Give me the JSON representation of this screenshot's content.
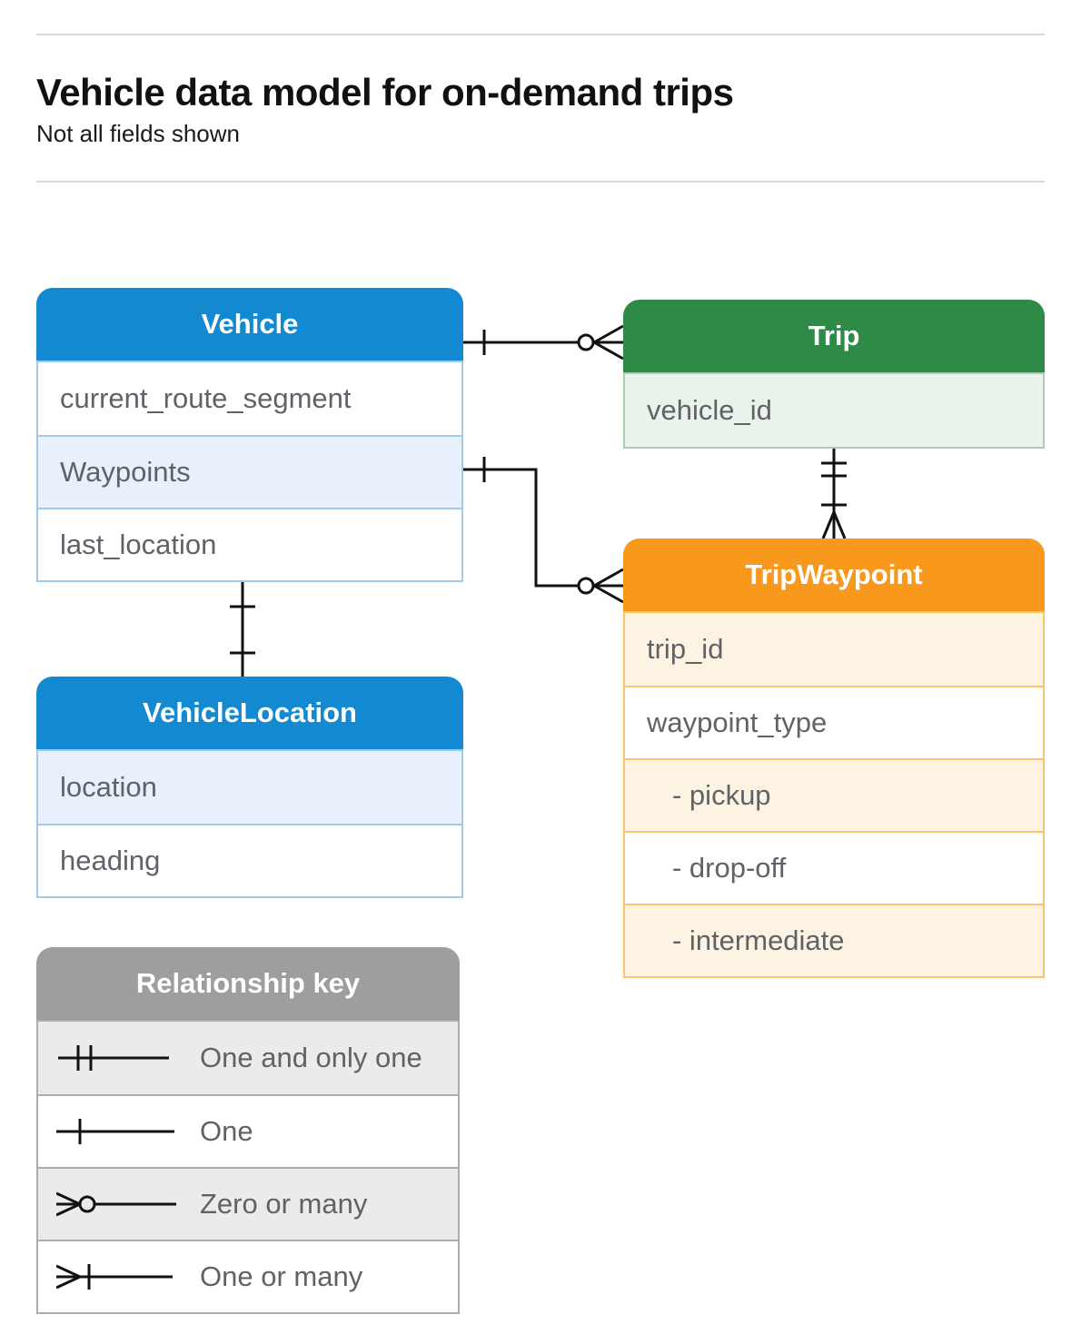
{
  "page": {
    "title": "Vehicle data model for on-demand trips",
    "subtitle": "Not all fields shown"
  },
  "colors": {
    "vehicle_header": "#1289D1",
    "trip_header": "#2E8B47",
    "trip_waypoint_header": "#F8981D",
    "legend_header": "#9E9E9E",
    "highlight_blue_row": "#E8F1FB",
    "highlight_green_row": "#EAF3EB",
    "highlight_orange_row": "#FDF3E3",
    "highlight_gray_row": "#EBEBEB",
    "connector_line": "#111111"
  },
  "tables": {
    "vehicle": {
      "title": "Vehicle",
      "rows": [
        {
          "label": "current_route_segment",
          "highlight": false
        },
        {
          "label": "Waypoints",
          "highlight": true
        },
        {
          "label": "last_location",
          "highlight": false
        }
      ]
    },
    "trip": {
      "title": "Trip",
      "rows": [
        {
          "label": "vehicle_id",
          "highlight": true
        }
      ]
    },
    "trip_waypoint": {
      "title": "TripWaypoint",
      "rows": [
        {
          "label": "trip_id",
          "highlight": true,
          "indent": false
        },
        {
          "label": "waypoint_type",
          "highlight": false,
          "indent": false
        },
        {
          "label": "- pickup",
          "highlight": true,
          "indent": true
        },
        {
          "label": "- drop-off",
          "highlight": false,
          "indent": true
        },
        {
          "label": "- intermediate",
          "highlight": true,
          "indent": true
        }
      ]
    },
    "vehicle_location": {
      "title": "VehicleLocation",
      "rows": [
        {
          "label": "location",
          "highlight": true
        },
        {
          "label": "heading",
          "highlight": false
        }
      ]
    }
  },
  "legend": {
    "title": "Relationship key",
    "items": [
      {
        "symbol": "one-and-only-one",
        "label": "One and only one"
      },
      {
        "symbol": "one",
        "label": "One"
      },
      {
        "symbol": "zero-or-many",
        "label": "Zero or many"
      },
      {
        "symbol": "one-or-many",
        "label": "One or many"
      }
    ]
  },
  "relationships": [
    {
      "from_table": "Vehicle",
      "to_table": "Trip",
      "from_cardinality": "one",
      "to_cardinality": "zero-or-many"
    },
    {
      "from_table": "Vehicle",
      "from_field": "Waypoints",
      "to_table": "TripWaypoint",
      "from_cardinality": "one",
      "to_cardinality": "zero-or-many"
    },
    {
      "from_table": "Trip",
      "to_table": "TripWaypoint",
      "from_cardinality": "one-and-only-one",
      "to_cardinality": "one-or-many"
    },
    {
      "from_table": "Vehicle",
      "to_table": "VehicleLocation",
      "from_cardinality": "one",
      "to_cardinality": "one"
    }
  ]
}
